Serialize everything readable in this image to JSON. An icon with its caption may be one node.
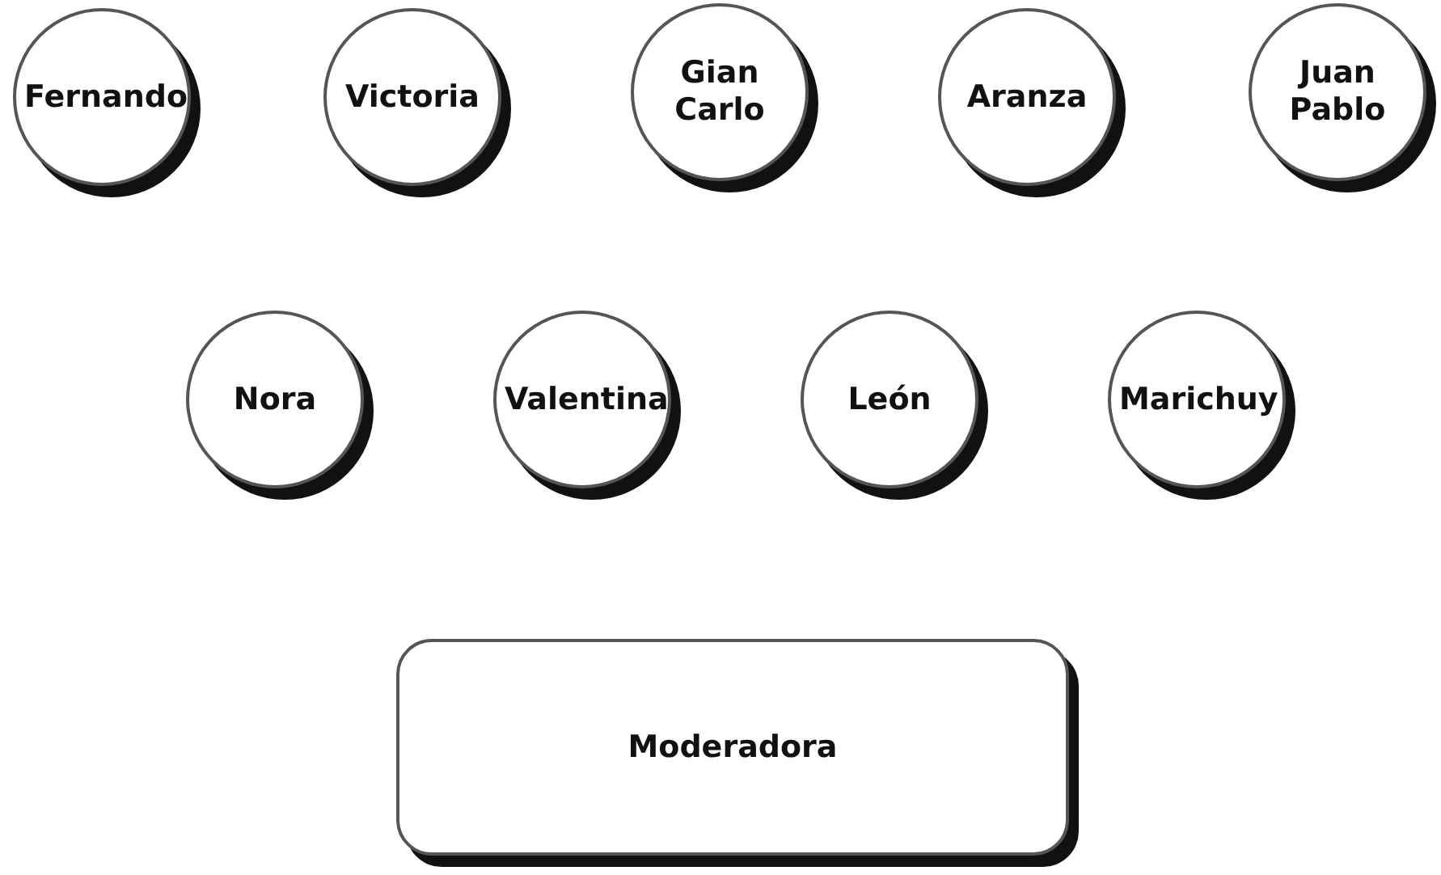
{
  "diagram": {
    "nodes": [
      {
        "text": [
          "Fernando"
        ]
      },
      {
        "text": [
          "Victoria"
        ]
      },
      {
        "text": [
          "Gian Carlo"
        ]
      },
      {
        "text": [
          "Aranza"
        ]
      },
      {
        "text": [
          "Juan Pablo"
        ]
      },
      {
        "text": [
          "Nora"
        ]
      },
      {
        "text": [
          "Valentina"
        ]
      },
      {
        "text": [
          "León"
        ]
      },
      {
        "text": [
          "Marichuy"
        ]
      },
      {
        "text": [
          "Moderadora"
        ]
      }
    ]
  }
}
